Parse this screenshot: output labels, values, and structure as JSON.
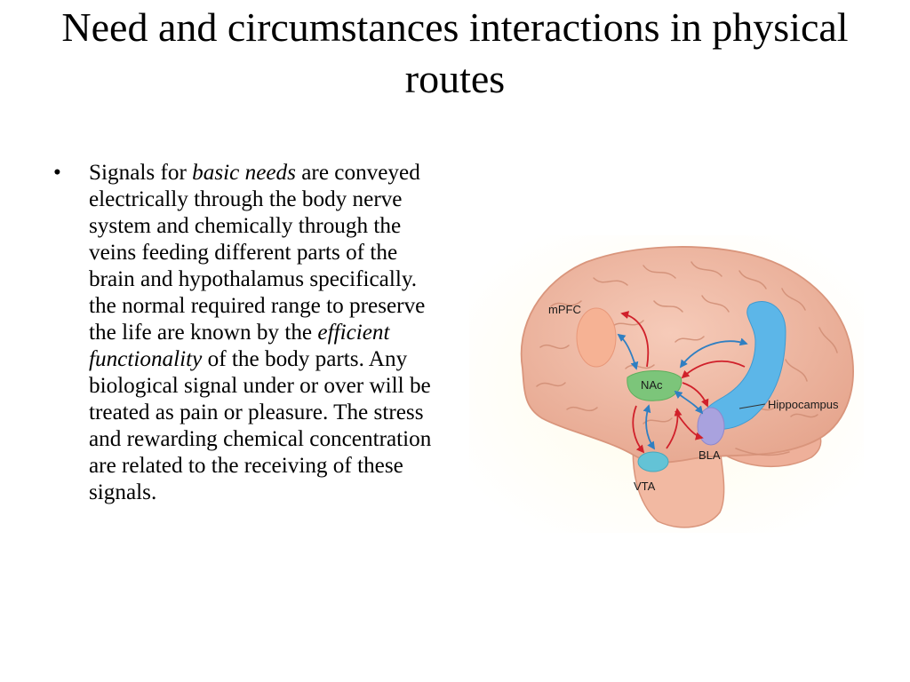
{
  "slide": {
    "title": "Need and circumstances interactions in physical routes",
    "bullet_symbol": "•",
    "bullet": {
      "t1": "Signals for ",
      "em1": "basic needs",
      "t2": " are conveyed electrically through the body nerve system and chemically through the veins feeding different parts of the brain and hypothalamus specifically. the normal required range to preserve the life are known by the ",
      "em2": "efficient functionality",
      "t3": " of the body parts. Any biological signal under or over will be treated as pain or pleasure. The stress and rewarding chemical concentration are related to the receiving of these signals."
    }
  },
  "figure": {
    "labels": {
      "mpfc": "mPFC",
      "nac": "NAc",
      "hippocampus": "Hippocampus",
      "bla": "BLA",
      "vta": "VTA"
    },
    "colors": {
      "brain": "#f0b9a4",
      "mpfc": "#f6b294",
      "nac": "#7cc57a",
      "hippocampus": "#5cb6e8",
      "bla": "#a9a2de",
      "vta": "#63c3d6",
      "arrow_red": "#d0202a",
      "arrow_blue": "#2f7fc2"
    }
  }
}
